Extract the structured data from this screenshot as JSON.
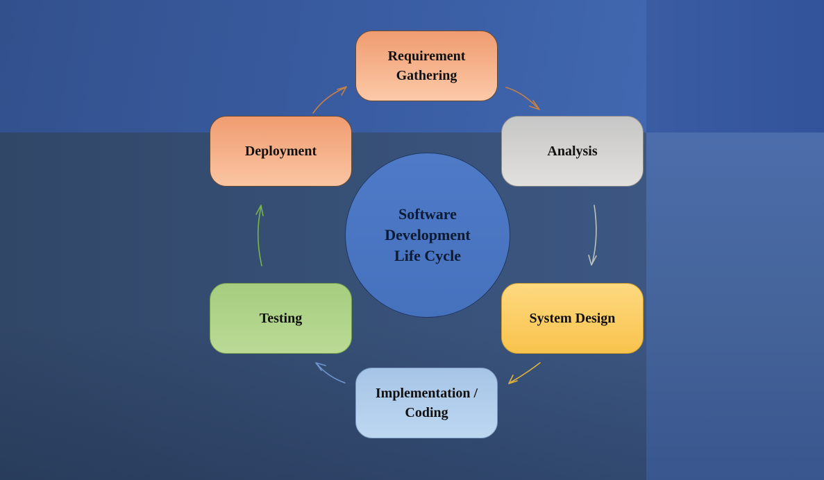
{
  "diagram": {
    "title": "Software Development Life Cycle",
    "center": {
      "lines": [
        "Software",
        "Development",
        "Life Cycle"
      ],
      "color_top": "#4e7ac7",
      "color_bottom": "#4571bd",
      "border": "#1f3864"
    },
    "nodes": [
      {
        "id": "requirement-gathering",
        "label": "Requirement Gathering",
        "color_top": "#f09c70",
        "color_bottom": "#fcc9a8",
        "border": "#6b4a33"
      },
      {
        "id": "analysis",
        "label": "Analysis",
        "color_top": "#c6c6c6",
        "color_bottom": "#e2e0dd",
        "border": "#8a8a8a"
      },
      {
        "id": "system-design",
        "label": "System Design",
        "color_top": "#fdd97f",
        "color_bottom": "#f9c34d",
        "border": "#c89b2a"
      },
      {
        "id": "implementation-coding",
        "label": "Implementation / Coding",
        "color_top": "#a6c4e6",
        "color_bottom": "#bdd7f1",
        "border": "#7e9cc0"
      },
      {
        "id": "testing",
        "label": "Testing",
        "color_top": "#a6cd7f",
        "color_bottom": "#bada95",
        "border": "#74a04e"
      },
      {
        "id": "deployment",
        "label": "Deployment",
        "color_top": "#f09c70",
        "color_bottom": "#fac5a3",
        "border": "#6b4a33"
      }
    ],
    "arrows": [
      {
        "from": "deployment",
        "to": "requirement-gathering",
        "color": "#c98045"
      },
      {
        "from": "requirement-gathering",
        "to": "analysis",
        "color": "#c98045"
      },
      {
        "from": "analysis",
        "to": "system-design",
        "color": "#bcc4ba"
      },
      {
        "from": "system-design",
        "to": "implementation-coding",
        "color": "#e3b33c"
      },
      {
        "from": "implementation-coding",
        "to": "testing",
        "color": "#6f96cf"
      },
      {
        "from": "testing",
        "to": "deployment",
        "color": "#79b54a"
      }
    ]
  }
}
